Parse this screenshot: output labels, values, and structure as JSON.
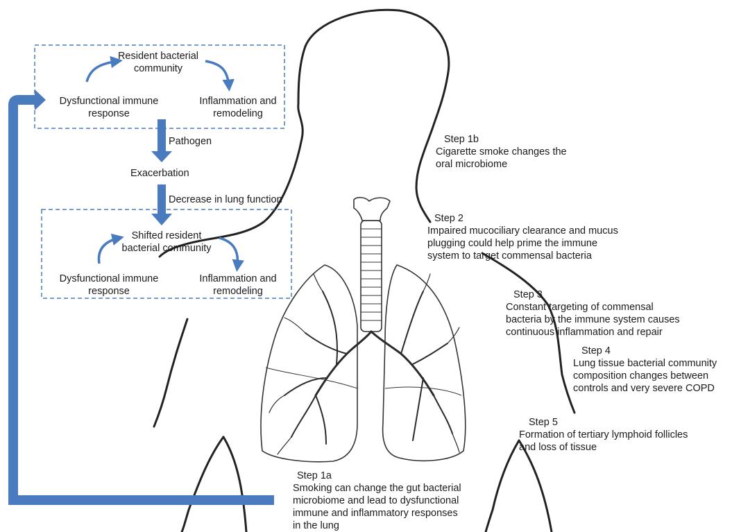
{
  "cycle_top": {
    "center": [
      "Resident bacterial",
      "community"
    ],
    "left": [
      "Dysfunctional immune",
      "response"
    ],
    "right": [
      "Inflammation and",
      "remodeling"
    ]
  },
  "arrow_labels": {
    "pathogen": "Pathogen",
    "exacerbation": "Exacerbation",
    "decrease": "Decrease in lung function"
  },
  "cycle_bottom": {
    "center": [
      "Shifted resident",
      "bacterial community"
    ],
    "left": [
      "Dysfunctional immune",
      "response"
    ],
    "right": [
      "Inflammation and",
      "remodeling"
    ]
  },
  "steps": [
    {
      "title": "Step 1b",
      "lines": [
        "Cigarette smoke changes the",
        "oral microbiome"
      ]
    },
    {
      "title": "Step 2",
      "lines": [
        "Impaired mucociliary clearance and mucus",
        "plugging could help prime the immune",
        "system to target commensal bacteria"
      ]
    },
    {
      "title": "Step 3",
      "lines": [
        "Constant targeting of commensal",
        "bacteria by the immune system causes",
        "continuous inflammation and repair"
      ]
    },
    {
      "title": "Step 4",
      "lines": [
        "Lung tissue bacterial community",
        "composition changes between",
        "controls and very severe COPD"
      ]
    },
    {
      "title": "Step 5",
      "lines": [
        "Formation of tertiary lymphoid follicles",
        "and loss of tissue"
      ]
    },
    {
      "title": "Step 1a",
      "lines": [
        "Smoking can change the gut bacterial",
        "microbiome and lead to dysfunctional",
        "immune and inflammatory responses",
        "in the lung"
      ]
    }
  ],
  "colors": {
    "arrow": "#4a7bbf",
    "outline": "#222222",
    "box_border": "#4a7bbf"
  }
}
